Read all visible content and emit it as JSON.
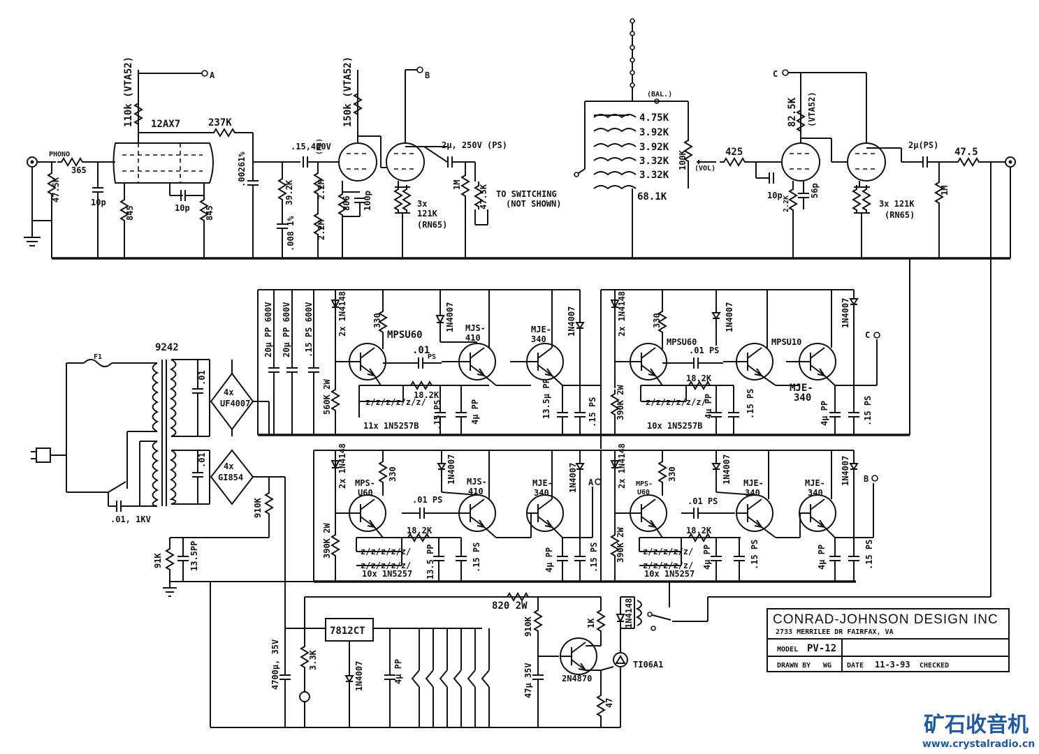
{
  "input": {
    "label": "PHONO",
    "r_in": "47.5K",
    "r_series": "365",
    "c_in": "10p"
  },
  "stage1": {
    "tube": "12AX7",
    "r_load": "110k (VTA52)",
    "r_plate": "237K",
    "r_k1": "845",
    "r_k2": "845",
    "c_k": "10p",
    "out_terminal": "A",
    "c_couple": ".00261%"
  },
  "stage2": {
    "c_couple": ".15,400V",
    "c_couple_type": "(PS)",
    "r_net": [
      "39.2K",
      "2.2M",
      "2.2M"
    ],
    "c_net": ".008 1%",
    "r_load": "150k (VTA52)",
    "r_k": "806",
    "c_k": "100p",
    "bias": [
      "3x",
      "121K",
      "(RN65)"
    ],
    "out_terminal": "B",
    "c_out": "2µ, 250V (PS)",
    "r_1m": "1M",
    "r_47k": "47.5K",
    "note": [
      "TO SWITCHING",
      "(NOT SHOWN)"
    ]
  },
  "switch": {
    "bal": "(BAL.)",
    "resistors": [
      "4.75K",
      "3.92K",
      "3.92K",
      "3.32K",
      "3.32K",
      "68.1K"
    ],
    "vol": "100K",
    "vol_label": "(VOL)"
  },
  "stage3": {
    "r_in": "425",
    "r_load": "82.5K",
    "r_load_note": "(VTA52)",
    "c1": "10p",
    "c2": "56p",
    "r_k": "2.2K",
    "terminal": "C",
    "bias": [
      "3x 121K",
      "(RN65)"
    ],
    "c_out": "2µ(PS)",
    "r_out": "47.5",
    "r_1m": "1M"
  },
  "power": {
    "fuse": "F1",
    "transformer": "9242",
    "cap_trans1": ".01",
    "cap_trans2": ".01",
    "bridge1": [
      "4x",
      "UF4007"
    ],
    "bridge2": [
      "4x",
      "GI854"
    ],
    "c_ac": ".01, 1KV",
    "r_910k": "910K",
    "r_91k": "91K",
    "c_13_5": "13.5PP",
    "caps_hv": [
      "20µ PP 600V",
      "20µ PP 600V",
      ".15 PS 600V"
    ]
  },
  "regA": {
    "diode_top": "2x 1N4148",
    "r330": "330",
    "q1": "MPSU60",
    "c_01": ".01",
    "c_01_t": "PS",
    "q2": [
      "MJS-",
      "410"
    ],
    "d_1n4007": "1N4007",
    "q3": [
      "MJE-",
      "340"
    ],
    "d_1n4007b": "1N4007",
    "r_cap": "560K 2W",
    "r18": "18.2K",
    "zener": "11x 1N5257B",
    "c_15": ".15 PS",
    "c_4u": "4µ PP",
    "c_13": "13.5µ PP",
    "c_15b": ".15 PS"
  },
  "regB": {
    "diode_top": "2x 1N4148",
    "r330": "330",
    "q1": "MPSU60",
    "c_01": ".01 PS",
    "q2": "MPSU10",
    "d_1n4007": "1N4007",
    "q3": [
      "MJE-",
      "340"
    ],
    "d_1n4007b": "1N4007",
    "r_cap": "390K 2W",
    "r18": "18.2K",
    "zener": "10x 1N5257B",
    "c_4u": "4µ PP",
    "c_15": ".15 PS",
    "c_4ub": "4µ PP",
    "c_15b": ".15 PS",
    "terminal": "C"
  },
  "regC": {
    "diode_top": "2x 1N4148",
    "r330": "330",
    "q1": [
      "MPS-",
      "U60"
    ],
    "c_01": ".01 PS",
    "q2": [
      "MJS-",
      "410"
    ],
    "d_1n4007": "1N4007",
    "q3": [
      "MJE-",
      "340"
    ],
    "d_1n4007b": "1N4007",
    "r_cap": "390K 2W",
    "r18": "18.2K",
    "zener": "10x 1N5257",
    "c_13": "13.5 PP",
    "c_15": ".15 PS",
    "c_4u": "4µ PP",
    "c_15b": ".15 PS",
    "terminal": "A"
  },
  "regD": {
    "diode_top": "2x 1N4148",
    "r330": "330",
    "q1": [
      "MPS-",
      "U60"
    ],
    "c_01": ".01 PS",
    "q2": [
      "MJE-",
      "340"
    ],
    "d_1n4007": "1N4007",
    "q3": [
      "MJE-",
      "340"
    ],
    "d_1n4007b": "1N4007",
    "r_cap": "390K 2W",
    "r18": "18.2K",
    "zener": "10x 1N5257",
    "c_4u": "4µ PP",
    "c_15": ".15 PS",
    "c_4ub": "4µ PP",
    "c_15b": ".15 PS",
    "terminal": "B"
  },
  "lowv": {
    "c_4700": "4700µ, 35V",
    "r_33k": "3.3K",
    "reg": "7812CT",
    "d": "1N4007",
    "c_4u": "4µ PP",
    "r_820": "820 2W",
    "r_910k": "910K",
    "c_47u": "47µ 35V",
    "q": "2N4870",
    "r_1k": "1K",
    "r_47": "47",
    "d_1n4148": "1N4148",
    "triac": "TI06A1"
  },
  "title_block": {
    "company": "CONRAD-JOHNSON DESIGN INC",
    "address": "2733 MERRILEE DR  FAIRFAX, VA",
    "model_label": "MODEL",
    "model": "PV-12",
    "drawn_label": "DRAWN BY",
    "drawn": "WG",
    "date_label": "DATE",
    "date": "11-3-93",
    "checked_label": "CHECKED"
  },
  "watermark": {
    "cn": "矿石收音机",
    "url": "www.crystalradio.cn"
  }
}
